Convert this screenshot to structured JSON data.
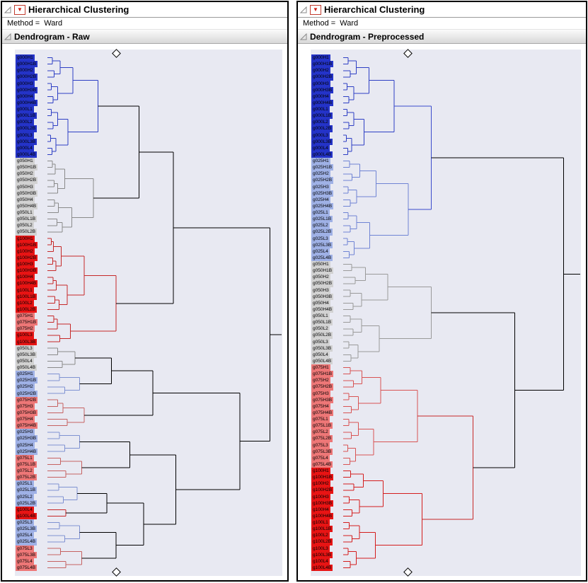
{
  "icons": {
    "red_triangle": "▼"
  },
  "colors": {
    "plot_bg": "#e8e9f2",
    "groups": {
      "g000": "#2433c8",
      "g025": "#9fb1e6",
      "g050": "#d2d2d2",
      "g075": "#ee7777",
      "g100": "#e81414"
    }
  },
  "panels": [
    {
      "title": "Hierarchical Clustering",
      "method": "Method =  Ward",
      "section": "Dendrogram - Raw",
      "diamond_x": 0.38,
      "leaves": [
        [
          "g000H1",
          "g000"
        ],
        [
          "g000H1B",
          "g000"
        ],
        [
          "g000H2",
          "g000"
        ],
        [
          "g000H2B",
          "g000"
        ],
        [
          "g000H3",
          "g000"
        ],
        [
          "g000H3B",
          "g000"
        ],
        [
          "g000H4",
          "g000"
        ],
        [
          "g000H4B",
          "g000"
        ],
        [
          "g000L1",
          "g000"
        ],
        [
          "g000L1B",
          "g000"
        ],
        [
          "g000L2",
          "g000"
        ],
        [
          "g000L2B",
          "g000"
        ],
        [
          "g000L3",
          "g000"
        ],
        [
          "g000L3B",
          "g000"
        ],
        [
          "g000L4",
          "g000"
        ],
        [
          "g000L4B",
          "g000"
        ],
        [
          "g050H1",
          "g050"
        ],
        [
          "g050H1B",
          "g050"
        ],
        [
          "g050H2",
          "g050"
        ],
        [
          "g050H2B",
          "g050"
        ],
        [
          "g050H3",
          "g050"
        ],
        [
          "g050H3B",
          "g050"
        ],
        [
          "g050H4",
          "g050"
        ],
        [
          "g050H4B",
          "g050"
        ],
        [
          "g050L1",
          "g050"
        ],
        [
          "g050L1B",
          "g050"
        ],
        [
          "g050L2",
          "g050"
        ],
        [
          "g050L2B",
          "g050"
        ],
        [
          "g100H1",
          "g100"
        ],
        [
          "g100H1B",
          "g100"
        ],
        [
          "g100H2",
          "g100"
        ],
        [
          "g100H2B",
          "g100"
        ],
        [
          "g100H3",
          "g100"
        ],
        [
          "g100H3B",
          "g100"
        ],
        [
          "g100H4",
          "g100"
        ],
        [
          "g100H4B",
          "g100"
        ],
        [
          "g100L1",
          "g100"
        ],
        [
          "g100L1B",
          "g100"
        ],
        [
          "g100L2",
          "g100"
        ],
        [
          "g100L2B",
          "g100"
        ],
        [
          "g075H1",
          "g075"
        ],
        [
          "g075H1B",
          "g075"
        ],
        [
          "g075H2",
          "g075"
        ],
        [
          "g100L3",
          "g100"
        ],
        [
          "g100L3B",
          "g100"
        ],
        [
          "g050L3",
          "g050"
        ],
        [
          "g050L3B",
          "g050"
        ],
        [
          "g050L4",
          "g050"
        ],
        [
          "g050L4B",
          "g050"
        ],
        [
          "g025H1",
          "g025"
        ],
        [
          "g025H1B",
          "g025"
        ],
        [
          "g025H2",
          "g025"
        ],
        [
          "g025H2B",
          "g025"
        ],
        [
          "g075H2B",
          "g075"
        ],
        [
          "g075H3",
          "g075"
        ],
        [
          "g075H3B",
          "g075"
        ],
        [
          "g075H4",
          "g075"
        ],
        [
          "g075H4B",
          "g075"
        ],
        [
          "g025H3",
          "g025"
        ],
        [
          "g025H3B",
          "g025"
        ],
        [
          "g025H4",
          "g025"
        ],
        [
          "g025H4B",
          "g025"
        ],
        [
          "g075L1",
          "g075"
        ],
        [
          "g075L1B",
          "g075"
        ],
        [
          "g075L2",
          "g075"
        ],
        [
          "g075L2B",
          "g075"
        ],
        [
          "g025L1",
          "g025"
        ],
        [
          "g025L1B",
          "g025"
        ],
        [
          "g025L2",
          "g025"
        ],
        [
          "g025L2B",
          "g025"
        ],
        [
          "g100L4",
          "g100"
        ],
        [
          "g100L4B",
          "g100"
        ],
        [
          "g025L3",
          "g025"
        ],
        [
          "g025L3B",
          "g025"
        ],
        [
          "g025L4",
          "g025"
        ],
        [
          "g025L4B",
          "g025"
        ],
        [
          "g075L3",
          "g075"
        ],
        [
          "g075L3B",
          "g075"
        ],
        [
          "g075L4",
          "g075"
        ],
        [
          "g075L4B",
          "g075"
        ]
      ],
      "tree": {
        "h": 0.97,
        "c": [
          {
            "h": 0.55,
            "c": [
              {
                "h": 0.4,
                "c": [
                  {
                    "b": [
                      0,
                      15
                    ],
                    "h": 0.22,
                    "col": "#2e3fc4"
                  },
                  {
                    "b": [
                      16,
                      27
                    ],
                    "h": 0.2,
                    "col": "#8a8a8a"
                  }
                ]
              },
              {
                "h": 0.3,
                "col": "#c62828",
                "c": [
                  {
                    "b": [
                      28,
                      39
                    ],
                    "h": 0.16,
                    "col": "#c62828"
                  },
                  {
                    "b": [
                      40,
                      44
                    ],
                    "h": 0.1,
                    "col": "#c62828"
                  }
                ]
              }
            ]
          },
          {
            "h": 0.84,
            "c": [
              {
                "h": 0.46,
                "c": [
                  {
                    "h": 0.28,
                    "c": [
                      {
                        "b": [
                          45,
                          48
                        ],
                        "h": 0.12,
                        "col": "#8a8a8a"
                      },
                      {
                        "b": [
                          49,
                          52
                        ],
                        "h": 0.14,
                        "col": "#7f92d2"
                      }
                    ]
                  },
                  {
                    "b": [
                      53,
                      57
                    ],
                    "h": 0.16,
                    "col": "#c66262"
                  }
                ]
              },
              {
                "h": 0.56,
                "c": [
                  {
                    "h": 0.36,
                    "c": [
                      {
                        "b": [
                          58,
                          61
                        ],
                        "h": 0.14,
                        "col": "#7f92d2"
                      },
                      {
                        "b": [
                          62,
                          65
                        ],
                        "h": 0.15,
                        "col": "#c66262"
                      }
                    ]
                  },
                  {
                    "h": 0.42,
                    "c": [
                      {
                        "h": 0.26,
                        "c": [
                          {
                            "b": [
                              66,
                              69
                            ],
                            "h": 0.13,
                            "col": "#7f92d2"
                          },
                          {
                            "b": [
                              70,
                              71
                            ],
                            "h": 0.08,
                            "col": "#c62828"
                          }
                        ]
                      },
                      {
                        "h": 0.3,
                        "c": [
                          {
                            "b": [
                              72,
                              75
                            ],
                            "h": 0.14,
                            "col": "#7f92d2"
                          },
                          {
                            "b": [
                              76,
                              79
                            ],
                            "h": 0.15,
                            "col": "#c66262"
                          }
                        ]
                      }
                    ]
                  }
                ]
              }
            ]
          }
        ]
      }
    },
    {
      "title": "Hierarchical Clustering",
      "method": "Method =  Ward",
      "section": "Dendrogram - Preprocessed",
      "diamond_x": 0.36,
      "leaves": [
        [
          "g000H1",
          "g000"
        ],
        [
          "g000H1B",
          "g000"
        ],
        [
          "g000H2",
          "g000"
        ],
        [
          "g000H2B",
          "g000"
        ],
        [
          "g000H3",
          "g000"
        ],
        [
          "g000H3B",
          "g000"
        ],
        [
          "g000H4",
          "g000"
        ],
        [
          "g000H4B",
          "g000"
        ],
        [
          "g000L1",
          "g000"
        ],
        [
          "g000L1B",
          "g000"
        ],
        [
          "g000L2",
          "g000"
        ],
        [
          "g000L2B",
          "g000"
        ],
        [
          "g000L3",
          "g000"
        ],
        [
          "g000L3B",
          "g000"
        ],
        [
          "g000L4",
          "g000"
        ],
        [
          "g000L4B",
          "g000"
        ],
        [
          "g025H1",
          "g025"
        ],
        [
          "g025H1B",
          "g025"
        ],
        [
          "g025H2",
          "g025"
        ],
        [
          "g025H2B",
          "g025"
        ],
        [
          "g025H3",
          "g025"
        ],
        [
          "g025H3B",
          "g025"
        ],
        [
          "g025H4",
          "g025"
        ],
        [
          "g025H4B",
          "g025"
        ],
        [
          "g025L1",
          "g025"
        ],
        [
          "g025L1B",
          "g025"
        ],
        [
          "g025L2",
          "g025"
        ],
        [
          "g025L2B",
          "g025"
        ],
        [
          "g025L3",
          "g025"
        ],
        [
          "g025L3B",
          "g025"
        ],
        [
          "g025L4",
          "g025"
        ],
        [
          "g025L4B",
          "g025"
        ],
        [
          "g050H1",
          "g050"
        ],
        [
          "g050H1B",
          "g050"
        ],
        [
          "g050H2",
          "g050"
        ],
        [
          "g050H2B",
          "g050"
        ],
        [
          "g050H3",
          "g050"
        ],
        [
          "g050H3B",
          "g050"
        ],
        [
          "g050H4",
          "g050"
        ],
        [
          "g050H4B",
          "g050"
        ],
        [
          "g050L1",
          "g050"
        ],
        [
          "g050L1B",
          "g050"
        ],
        [
          "g050L2",
          "g050"
        ],
        [
          "g050L2B",
          "g050"
        ],
        [
          "g050L3",
          "g050"
        ],
        [
          "g050L3B",
          "g050"
        ],
        [
          "g050L4",
          "g050"
        ],
        [
          "g050L4B",
          "g050"
        ],
        [
          "g075H1",
          "g075"
        ],
        [
          "g075H1B",
          "g075"
        ],
        [
          "g075H2",
          "g075"
        ],
        [
          "g075H2B",
          "g075"
        ],
        [
          "g075H3",
          "g075"
        ],
        [
          "g075H3B",
          "g075"
        ],
        [
          "g075H4",
          "g075"
        ],
        [
          "g075H4B",
          "g075"
        ],
        [
          "g075L1",
          "g075"
        ],
        [
          "g075L1B",
          "g075"
        ],
        [
          "g075L2",
          "g075"
        ],
        [
          "g075L2B",
          "g075"
        ],
        [
          "g075L3",
          "g075"
        ],
        [
          "g075L3B",
          "g075"
        ],
        [
          "g075L4",
          "g075"
        ],
        [
          "g075L4B",
          "g075"
        ],
        [
          "g100H1",
          "g100"
        ],
        [
          "g100H1B",
          "g100"
        ],
        [
          "g100H2",
          "g100"
        ],
        [
          "g100H2B",
          "g100"
        ],
        [
          "g100H3",
          "g100"
        ],
        [
          "g100H3B",
          "g100"
        ],
        [
          "g100H4",
          "g100"
        ],
        [
          "g100H4B",
          "g100"
        ],
        [
          "g100L1",
          "g100"
        ],
        [
          "g100L1B",
          "g100"
        ],
        [
          "g100L2",
          "g100"
        ],
        [
          "g100L2B",
          "g100"
        ],
        [
          "g100L3",
          "g100"
        ],
        [
          "g100L3B",
          "g100"
        ],
        [
          "g100L4",
          "g100"
        ],
        [
          "g100L4B",
          "g100"
        ]
      ],
      "tree": {
        "h": 0.95,
        "c": [
          {
            "h": 0.38,
            "col": "#3a4ccc",
            "c": [
              {
                "b": [
                  0,
                  15
                ],
                "h": 0.22,
                "col": "#2e3fc4"
              },
              {
                "b": [
                  16,
                  31
                ],
                "h": 0.28,
                "col": "#6f84d4"
              }
            ]
          },
          {
            "h": 0.74,
            "c": [
              {
                "b": [
                  32,
                  47
                ],
                "h": 0.38,
                "col": "#9a9a9a"
              },
              {
                "h": 0.56,
                "col": "#c62828",
                "c": [
                  {
                    "b": [
                      48,
                      63
                    ],
                    "h": 0.32,
                    "col": "#d85454"
                  },
                  {
                    "b": [
                      64,
                      79
                    ],
                    "h": 0.34,
                    "col": "#d41d1d"
                  }
                ]
              }
            ]
          }
        ]
      }
    }
  ]
}
